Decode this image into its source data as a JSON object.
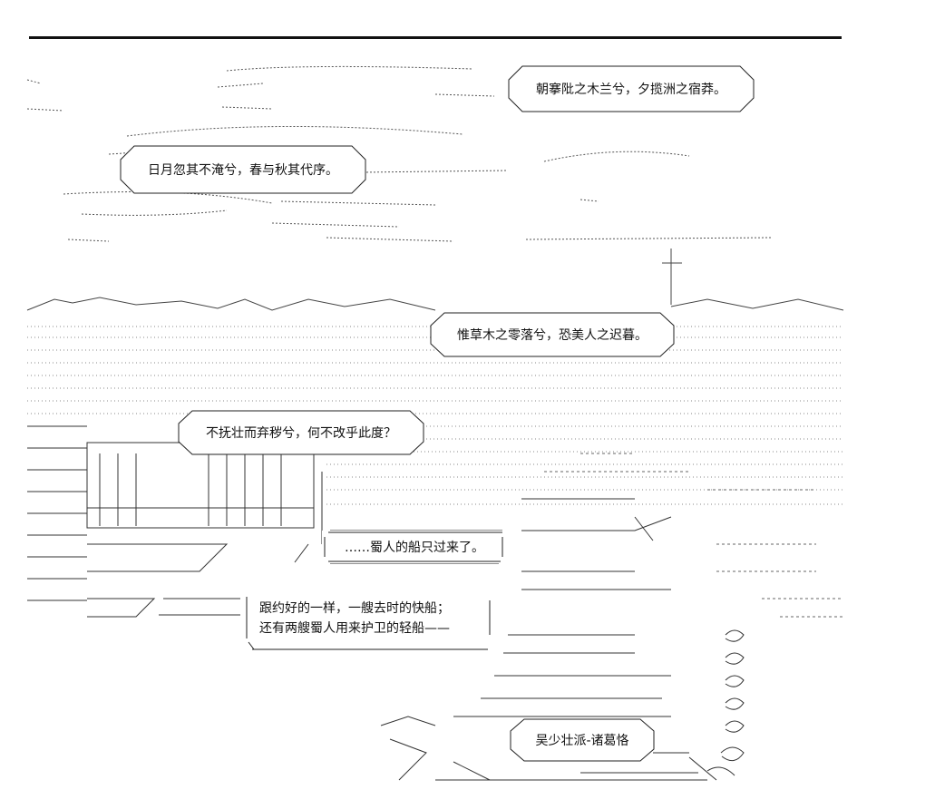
{
  "bubbles": {
    "b1": "朝搴阰之木兰兮，夕揽洲之宿莽。",
    "b2": "日月忽其不淹兮，春与秋其代序。",
    "b3": "惟草木之零落兮，恐美人之迟暮。",
    "b4": "不抚壮而弃秽兮，何不改乎此度？",
    "b5": "……蜀人的船只过来了。",
    "b6_line1": "跟约好的一样，一艘去时的快船；",
    "b6_line2": "还有两艘蜀人用来护卫的轻船——",
    "b7": "吴少壮派-诸葛恪"
  },
  "colors": {
    "ink": "#111111",
    "faint": "#777777",
    "background": "#ffffff"
  }
}
